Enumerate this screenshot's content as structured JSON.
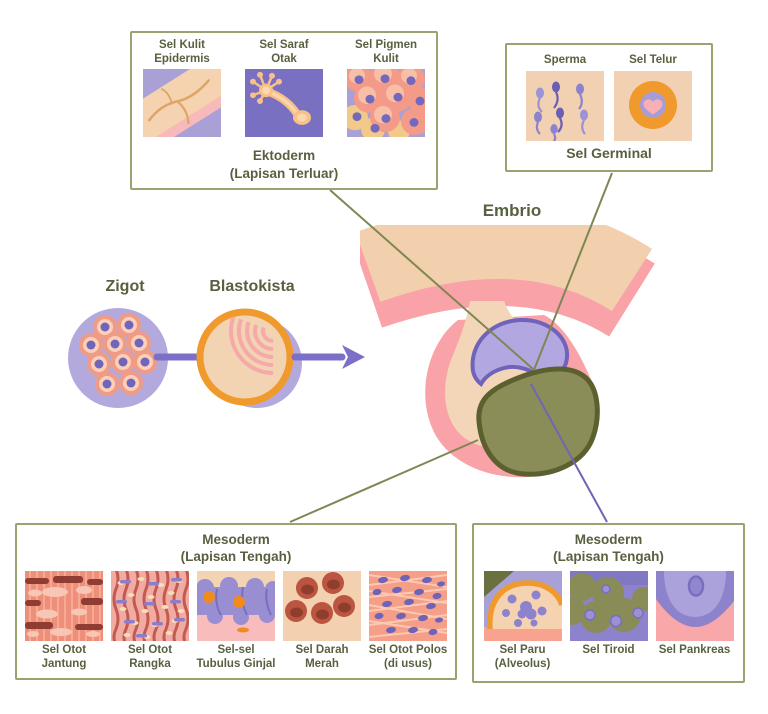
{
  "palette": {
    "box_border": "#99a271",
    "text_olive": "#57613f",
    "accent_purple": "#7b6fc8",
    "connector_olive": "#7e8754",
    "connector_purple": "#6f65b5",
    "orange": "#f0992d",
    "pink": "#f9a3a8",
    "peach": "#f2cfad",
    "lavender_blob": "#b2a7e0",
    "olive_blob": "#8b8d58"
  },
  "labels": {
    "embrio": "Embrio",
    "zigot": "Zigot",
    "blastokista": "Blastokista"
  },
  "ektoderm_box": {
    "title": "Ektoderm\n(Lapisan Terluar)",
    "cells": [
      {
        "label": "Sel Kulit\nEpidermis"
      },
      {
        "label": "Sel Saraf\nOtak"
      },
      {
        "label": "Sel Pigmen\nKulit"
      }
    ]
  },
  "germinal_box": {
    "title": "Sel Germinal",
    "cells": [
      {
        "label": "Sperma"
      },
      {
        "label": "Sel Telur"
      }
    ]
  },
  "mesoderm_left_box": {
    "title": "Mesoderm\n(Lapisan Tengah)",
    "cells": [
      {
        "label": "Sel Otot\nJantung"
      },
      {
        "label": "Sel Otot\nRangka"
      },
      {
        "label": "Sel-sel\nTubulus Ginjal"
      },
      {
        "label": "Sel Darah\nMerah"
      },
      {
        "label": "Sel Otot Polos\n(di usus)"
      }
    ]
  },
  "mesoderm_right_box": {
    "title": "Mesoderm\n(Lapisan Tengah)",
    "cells": [
      {
        "label": "Sel Paru\n(Alveolus)"
      },
      {
        "label": "Sel Tiroid"
      },
      {
        "label": "Sel Pankreas"
      }
    ]
  }
}
